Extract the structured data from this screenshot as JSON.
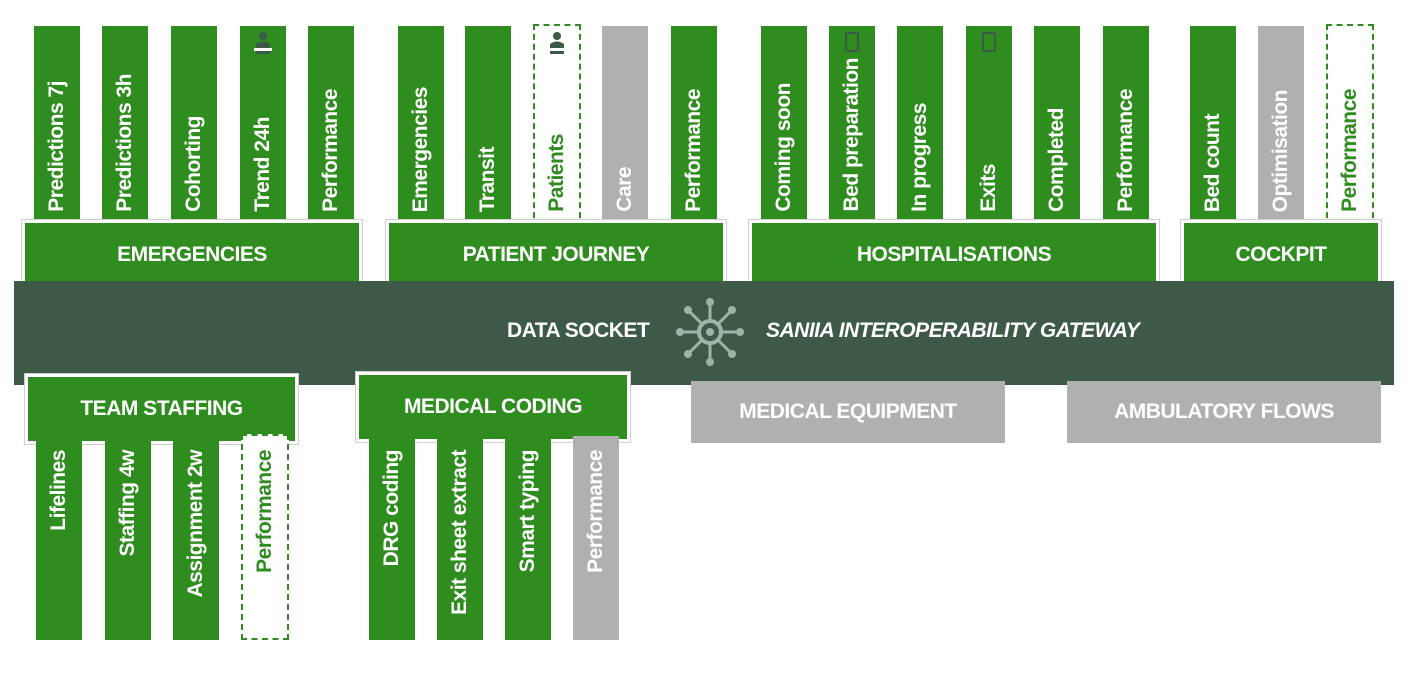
{
  "socket": {
    "label": "DATA SOCKET",
    "gateway": "SANIIA INTEROPERABILITY GATEWAY"
  },
  "groups": {
    "emergencies": {
      "title": "EMERGENCIES",
      "items": [
        "Predictions 7j",
        "Predictions 3h",
        "Cohorting",
        "Trend 24h",
        "Performance"
      ]
    },
    "patient_journey": {
      "title": "PATIENT JOURNEY",
      "items": [
        "Emergencies",
        "Transit",
        "Patients",
        "Care",
        "Performance"
      ]
    },
    "hospitalisations": {
      "title": "HOSPITALISATIONS",
      "items": [
        "Coming soon",
        "Bed preparation",
        "In progress",
        "Exits",
        "Completed",
        "Performance"
      ]
    },
    "cockpit": {
      "title": "COCKPIT",
      "items": [
        "Bed count",
        "Optimisation",
        "Performance"
      ]
    },
    "team_staffing": {
      "title": "TEAM STAFFING",
      "items": [
        "Lifelines",
        "Staffing 4w",
        "Assignment 2w",
        "Performance"
      ]
    },
    "medical_coding": {
      "title": "MEDICAL CODING",
      "items": [
        "DRG coding",
        "Exit sheet extract",
        "Smart typing",
        "Performance"
      ]
    },
    "medical_equipment": {
      "title": "MEDICAL EQUIPMENT"
    },
    "ambulatory_flows": {
      "title": "AMBULATORY FLOWS"
    }
  },
  "colors": {
    "green": "#2f8c1e",
    "gray": "#b0b0b0",
    "socket": "#3d5a49"
  },
  "icons": [
    "person-at-desk-icon",
    "hub-gear-icon",
    "tablet-icon"
  ]
}
